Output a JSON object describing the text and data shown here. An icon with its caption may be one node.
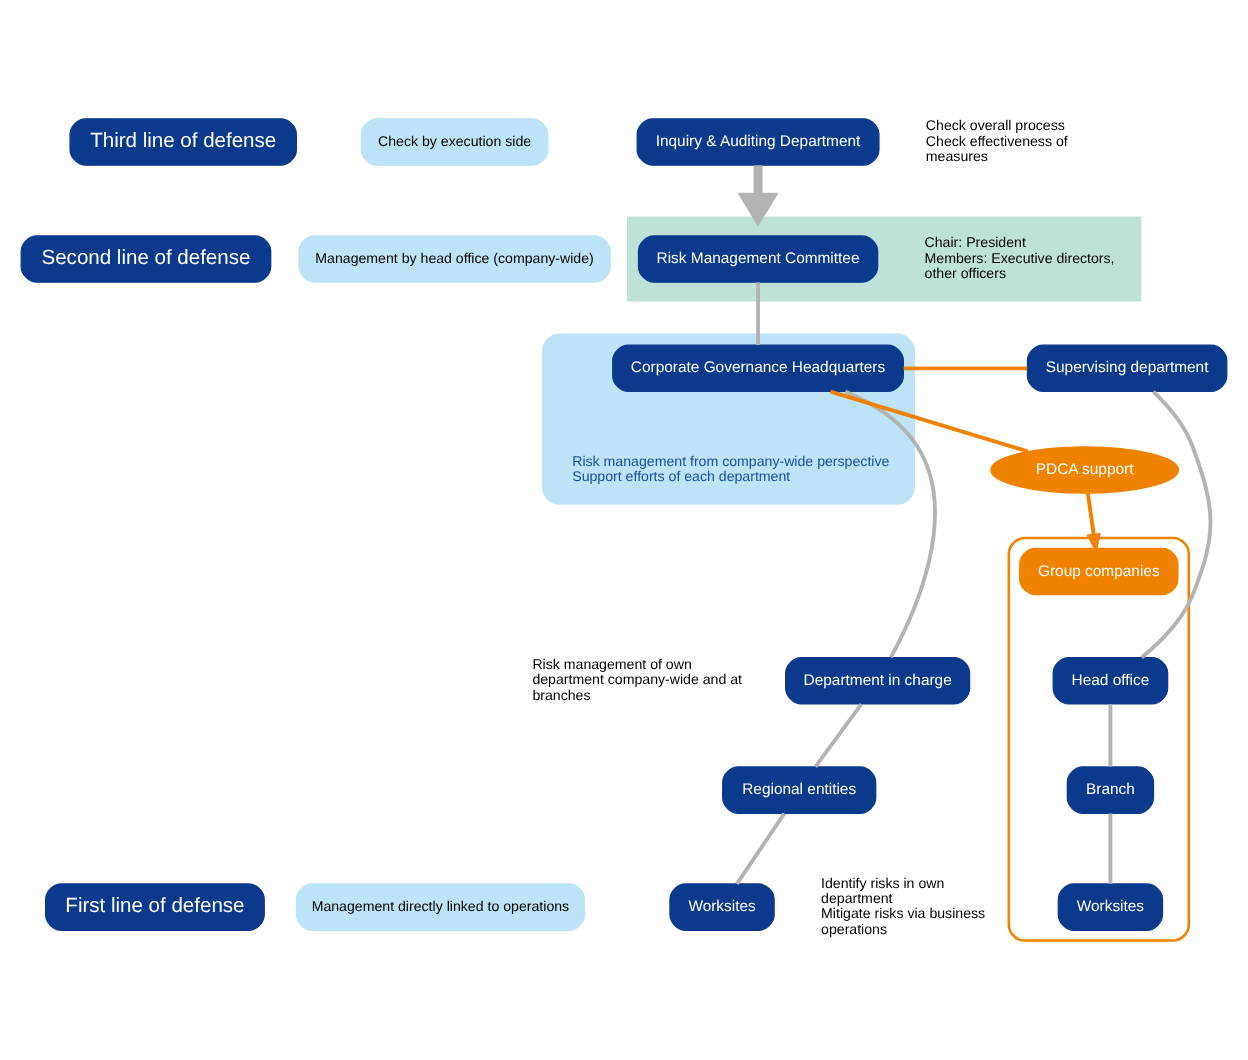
{
  "diagram": {
    "nodes": [
      {
        "text": [
          "Third line of defense"
        ]
      },
      {
        "text": [
          "Check by execution side"
        ]
      },
      {
        "text": [
          "Inquiry & Auditing Department"
        ],
        "beside": [
          "Check overall process",
          "Check effectiveness of measures"
        ]
      },
      {
        "text": [
          "Second line of defense"
        ]
      },
      {
        "text": [
          "Management by head office (company-wide)"
        ]
      },
      {
        "text": [],
        "shape": "band"
      },
      {
        "text": [
          "Risk Management Committee"
        ],
        "in": 5,
        "beside": [
          "Chair: President",
          "Members: Executive directors, other officers"
        ]
      },
      {
        "text": [
          "Risk management from company-wide perspective",
          "Support efforts of each department"
        ]
      },
      {
        "text": [
          "Corporate Governance Headquarters"
        ],
        "in": 7
      },
      {
        "text": [
          "Supervising department"
        ]
      },
      {
        "text": [
          "PDCA support"
        ]
      },
      {
        "text": [
          "Group companies"
        ]
      },
      {
        "text": [
          "Head office"
        ],
        "in": 11
      },
      {
        "text": [
          "Branch"
        ],
        "in": 11
      },
      {
        "text": [
          "Worksites"
        ],
        "in": 11
      },
      {
        "text": [
          "Department in charge"
        ],
        "beside": [
          "Risk management of own department company-wide and at branches"
        ]
      },
      {
        "text": [
          "Regional entities"
        ]
      },
      {
        "text": [
          "Worksites"
        ],
        "beside": [
          "Identify risks in own department",
          "Mitigate risks via business operations"
        ]
      },
      {
        "text": [
          "First line of defense"
        ]
      },
      {
        "text": [
          "Management directly linked to operations"
        ]
      }
    ],
    "edges": [
      {
        "from": 2,
        "to": 5,
        "arrow": "to",
        "style": "thick"
      },
      {
        "from": 6,
        "to": 8,
        "arrow": "none"
      },
      {
        "from": 8,
        "to": 9,
        "arrow": "none",
        "color": "#f08200"
      },
      {
        "from": 8,
        "to": 10,
        "arrow": "none",
        "color": "#f08200"
      },
      {
        "from": 10,
        "to": 11,
        "arrow": "to",
        "color": "#f08200"
      },
      {
        "from": 9,
        "to": 12,
        "arrow": "none"
      },
      {
        "from": 12,
        "to": 13,
        "arrow": "none"
      },
      {
        "from": 13,
        "to": 14,
        "arrow": "none"
      },
      {
        "from": 8,
        "to": 15,
        "arrow": "none"
      },
      {
        "from": 15,
        "to": 16,
        "arrow": "none"
      },
      {
        "from": 16,
        "to": 17,
        "arrow": "none"
      }
    ]
  }
}
